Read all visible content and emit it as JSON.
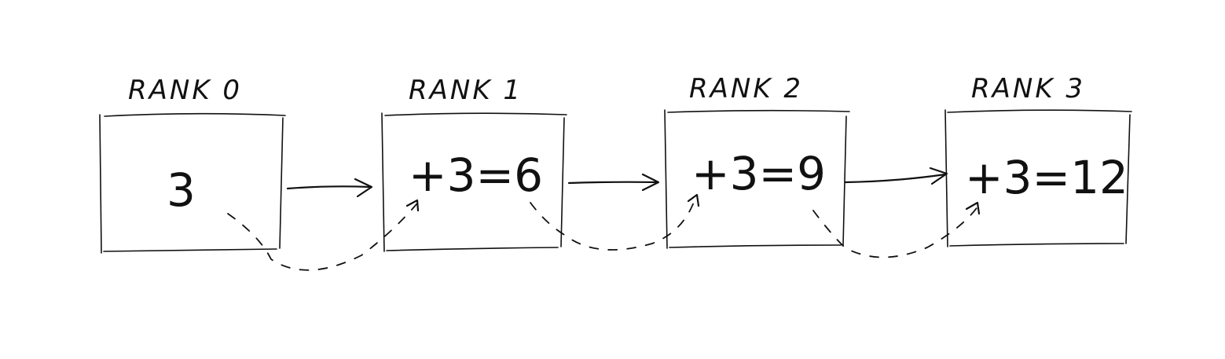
{
  "diagram": {
    "ranks": [
      {
        "label": "RANK 0",
        "value": "3"
      },
      {
        "label": "RANK 1",
        "value": "+3=6"
      },
      {
        "label": "RANK 2",
        "value": "+3=9"
      },
      {
        "label": "RANK 3",
        "value": "+3=12"
      }
    ],
    "ink_color": "#111111",
    "background_color": "#ffffff"
  }
}
